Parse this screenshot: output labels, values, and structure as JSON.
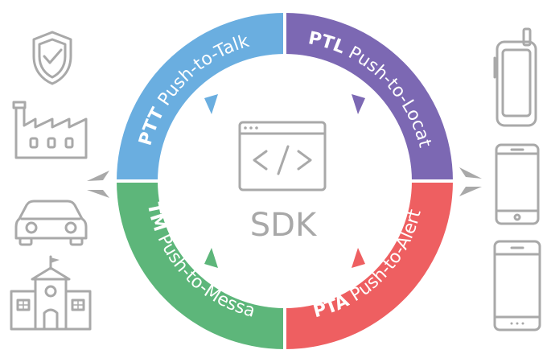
{
  "center": {
    "label": "SDK",
    "icon": "code-window-icon"
  },
  "colors": {
    "ptt": "#6aaee0",
    "ptl": "#7c68b3",
    "ptm": "#5db67a",
    "pta": "#ee5f61",
    "icon_gray": "#a9a9a9"
  },
  "segments": {
    "ptt": {
      "abbr": "PTT",
      "name": "Push-to-Talk"
    },
    "ptl": {
      "abbr": "PTL",
      "name": "Push-to-Locate"
    },
    "ptm": {
      "abbr": "PTM",
      "name": "Push-to-Message"
    },
    "pta": {
      "abbr": "PTA",
      "name": "Push-to-Alert"
    }
  },
  "left_icons": [
    "shield-check-icon",
    "factory-icon",
    "car-icon",
    "school-icon"
  ],
  "right_icons": [
    "rugged-phone-icon",
    "smartphone-icon",
    "tablet-phone-icon"
  ]
}
